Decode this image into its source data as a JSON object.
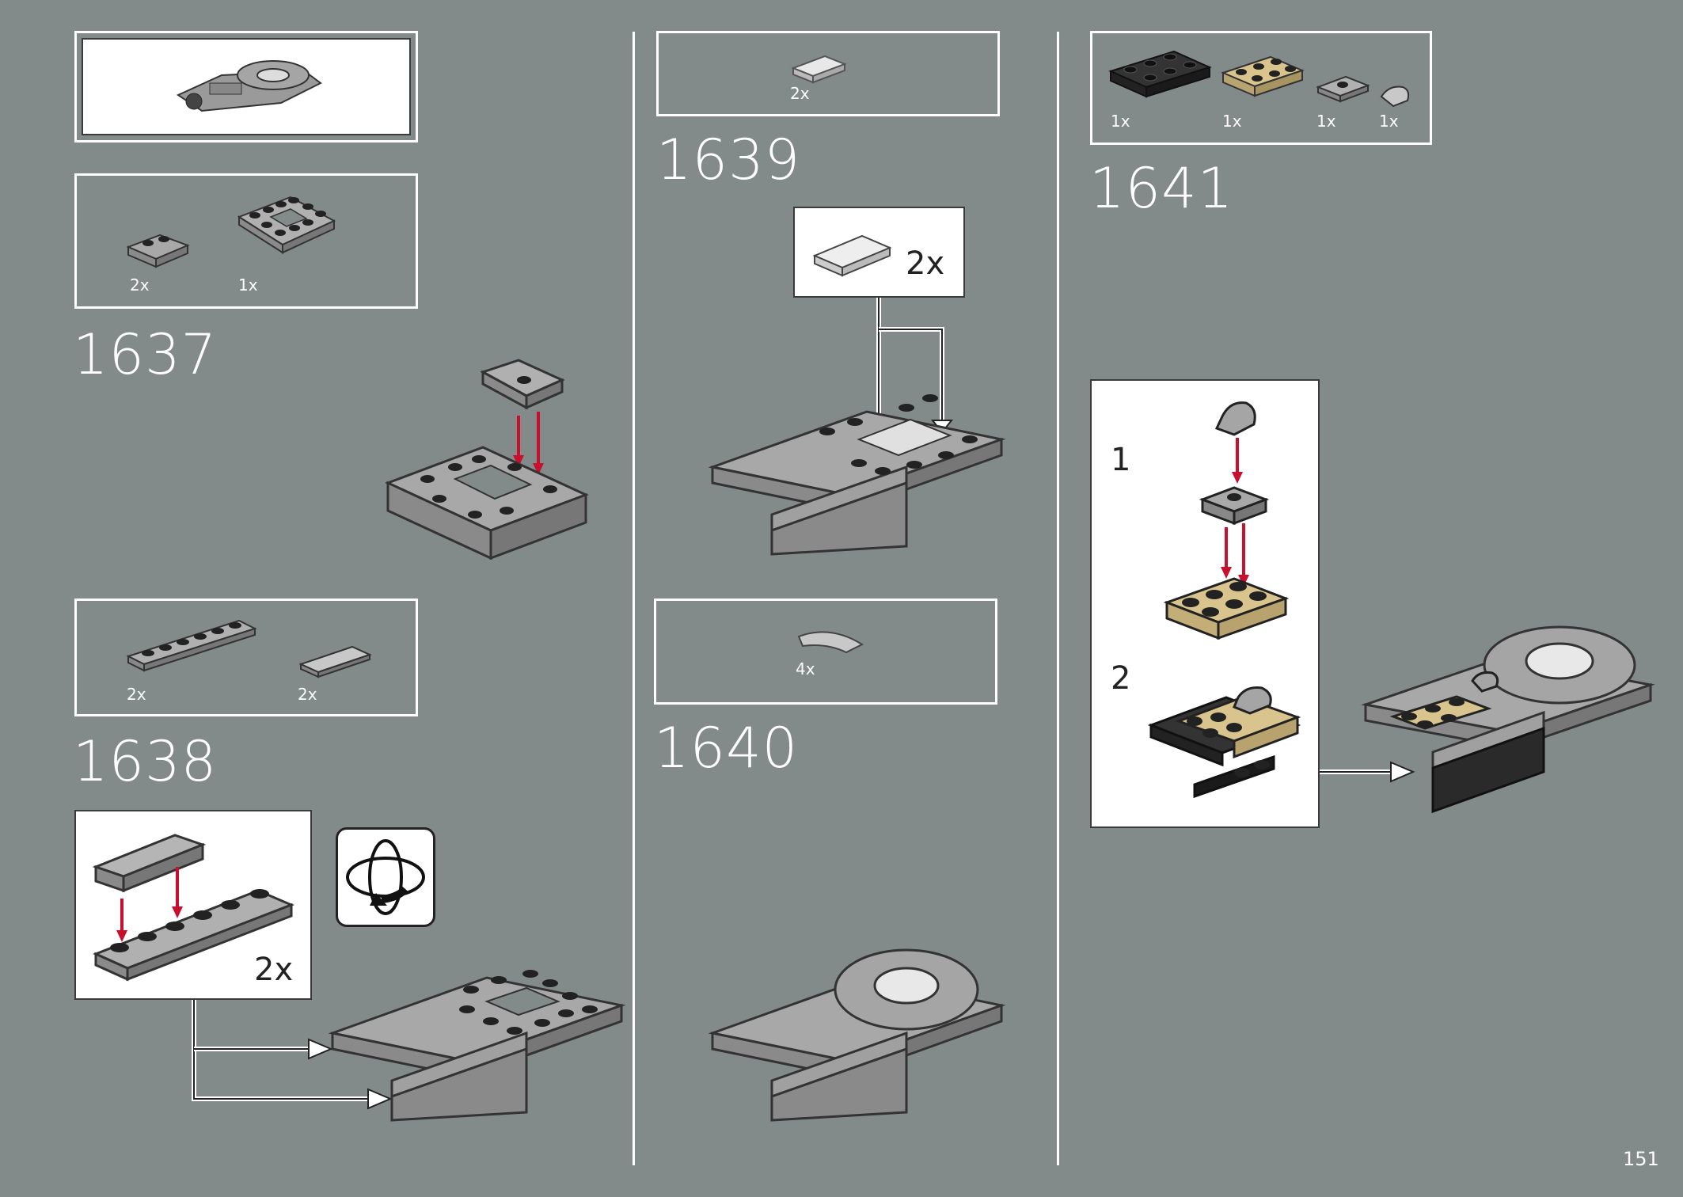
{
  "page": {
    "number": "151"
  },
  "steps": {
    "s1637": {
      "number": "1637",
      "parts": [
        {
          "qty": "2x"
        },
        {
          "qty": "1x"
        }
      ]
    },
    "s1638": {
      "number": "1638",
      "parts": [
        {
          "qty": "2x"
        },
        {
          "qty": "2x"
        }
      ],
      "callout_qty": "2x"
    },
    "s1639": {
      "number": "1639",
      "parts": [
        {
          "qty": "2x"
        }
      ],
      "callout_qty": "2x"
    },
    "s1640": {
      "number": "1640",
      "parts": [
        {
          "qty": "4x"
        }
      ]
    },
    "s1641": {
      "number": "1641",
      "parts": [
        {
          "qty": "1x"
        },
        {
          "qty": "1x"
        },
        {
          "qty": "1x"
        },
        {
          "qty": "1x"
        }
      ],
      "substeps": [
        "1",
        "2"
      ]
    }
  },
  "colors": {
    "background": "#838a8a",
    "brick_gray": "#a0a0a0",
    "brick_dark": "#3a3a3a",
    "brick_black": "#2a2a2a",
    "brick_tan": "#d9c48e",
    "arrow_red": "#c8102e"
  },
  "icons": {
    "rotate": "rotate-model-icon"
  }
}
